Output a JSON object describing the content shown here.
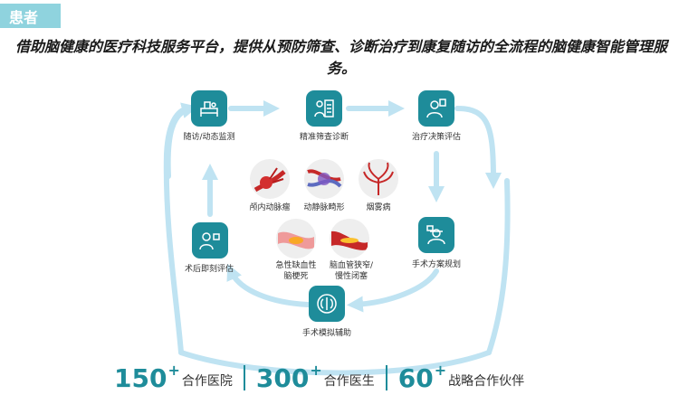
{
  "section_tag": "患者",
  "intro_text": "借助脑健康的医疗科技服务平台，提供从预防筛查、诊断治疗到康复随访的全流程的脑健康智能管理服务。",
  "cycle_steps": [
    {
      "label": "随访/动态监测",
      "icon": "bed-icon"
    },
    {
      "label": "精准筛查诊断",
      "icon": "clipboard-icon"
    },
    {
      "label": "治疗决策评估",
      "icon": "doctor-icon"
    },
    {
      "label": "手术方案规划",
      "icon": "surgeon-icon"
    },
    {
      "label": "手术模拟辅助",
      "icon": "brain-icon"
    },
    {
      "label": "术后即刻评估",
      "icon": "nurse-icon"
    }
  ],
  "diseases": [
    {
      "label": "颅内动脉瘤"
    },
    {
      "label": "动静脉畸形"
    },
    {
      "label": "烟雾病"
    },
    {
      "label": "急性缺血性\n脑梗死"
    },
    {
      "label": "脑血管狭窄/\n慢性闭塞"
    }
  ],
  "stats": [
    {
      "number": "150",
      "plus": "+",
      "label": "合作医院"
    },
    {
      "number": "300",
      "plus": "+",
      "label": "合作医生"
    },
    {
      "number": "60",
      "plus": "+",
      "label": "战略合作伙伴"
    }
  ],
  "colors": {
    "teal": "#1e8c9a",
    "arrow": "#bfe3f2",
    "tag": "#8fd3de"
  }
}
